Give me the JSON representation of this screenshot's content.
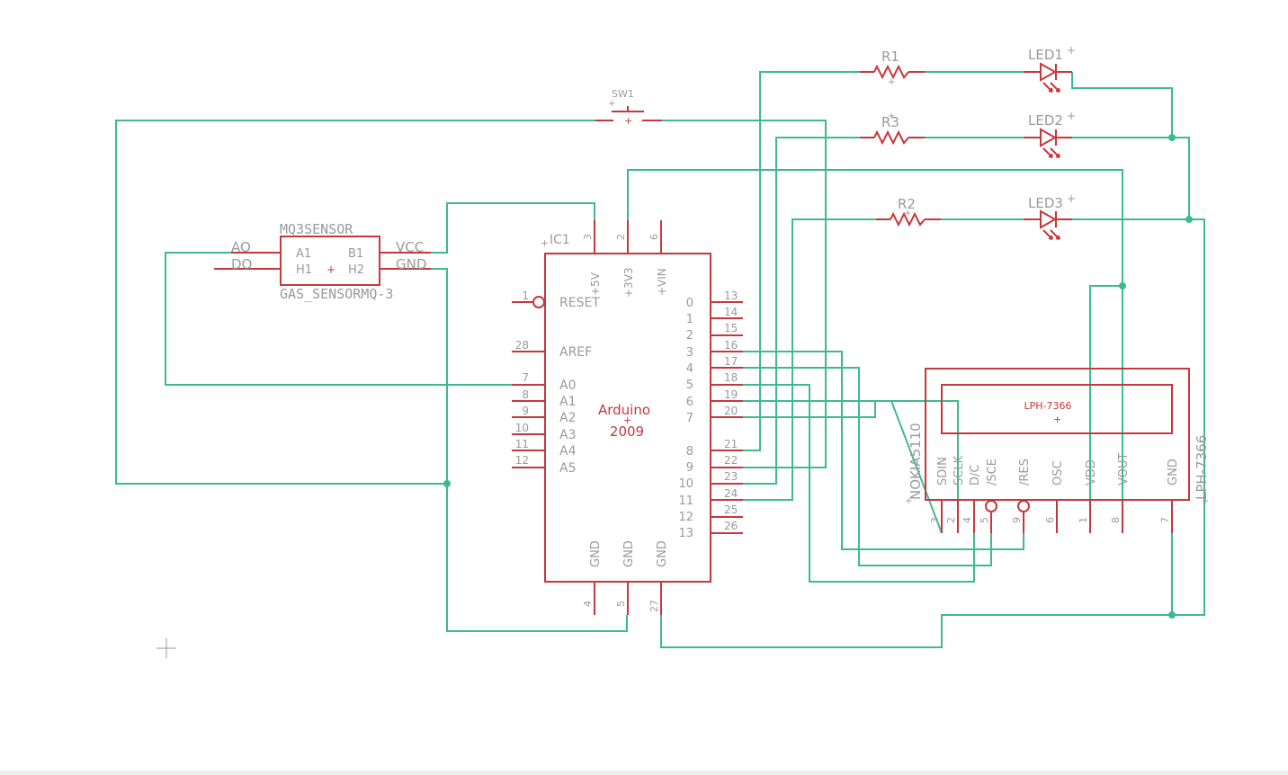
{
  "ic1": {
    "ref": "IC1",
    "value_line1": "Arduino",
    "value_line2": "2009",
    "top_pins": [
      {
        "num": "3",
        "name": "+5V"
      },
      {
        "num": "2",
        "name": "+3V3"
      },
      {
        "num": "6",
        "name": "+VIN"
      }
    ],
    "left_pins": [
      {
        "num": "1",
        "name": "RESET"
      },
      {
        "num": "28",
        "name": "AREF"
      },
      {
        "num": "7",
        "name": "A0"
      },
      {
        "num": "8",
        "name": "A1"
      },
      {
        "num": "9",
        "name": "A2"
      },
      {
        "num": "10",
        "name": "A3"
      },
      {
        "num": "11",
        "name": "A4"
      },
      {
        "num": "12",
        "name": "A5"
      }
    ],
    "right_pins": [
      {
        "num": "13",
        "name": "0"
      },
      {
        "num": "14",
        "name": "1"
      },
      {
        "num": "15",
        "name": "2"
      },
      {
        "num": "16",
        "name": "3"
      },
      {
        "num": "17",
        "name": "4"
      },
      {
        "num": "18",
        "name": "5"
      },
      {
        "num": "19",
        "name": "6"
      },
      {
        "num": "20",
        "name": "7"
      },
      {
        "num": "21",
        "name": "8"
      },
      {
        "num": "22",
        "name": "9"
      },
      {
        "num": "23",
        "name": "10"
      },
      {
        "num": "24",
        "name": "11"
      },
      {
        "num": "25",
        "name": "12"
      },
      {
        "num": "26",
        "name": "13"
      }
    ],
    "bottom_pins": [
      {
        "num": "4",
        "name": "GND"
      },
      {
        "num": "5",
        "name": "GND"
      },
      {
        "num": "27",
        "name": "GND"
      }
    ]
  },
  "gas_sensor": {
    "name": "MQ3SENSOR",
    "value": "GAS_SENSORMQ-3",
    "inner": [
      "A1",
      "B1",
      "H1",
      "H2"
    ],
    "left_pins": [
      "AO",
      "DO"
    ],
    "right_pins": [
      "VCC",
      "GND"
    ]
  },
  "switch": {
    "ref": "SW1"
  },
  "resistors": [
    "R1",
    "R3",
    "R2"
  ],
  "leds": [
    "LED1",
    "LED2",
    "LED3"
  ],
  "lcd": {
    "name": "NOKIA5110",
    "value": "LPH-7366",
    "inner_label": "LPH-7366",
    "pins": [
      {
        "num": "3",
        "name": "SDIN"
      },
      {
        "num": "2",
        "name": "SCLK"
      },
      {
        "num": "4",
        "name": "D/C"
      },
      {
        "num": "5",
        "name": "/SCE"
      },
      {
        "num": "9",
        "name": "/RES"
      },
      {
        "num": "6",
        "name": "OSC"
      },
      {
        "num": "1",
        "name": "VDD"
      },
      {
        "num": "8",
        "name": "VOUT"
      },
      {
        "num": "7",
        "name": "GND"
      }
    ]
  },
  "colors": {
    "wire": "#3dba92",
    "part": "#c8373b",
    "label": "#9a9a9a",
    "background": "#ffffff"
  }
}
